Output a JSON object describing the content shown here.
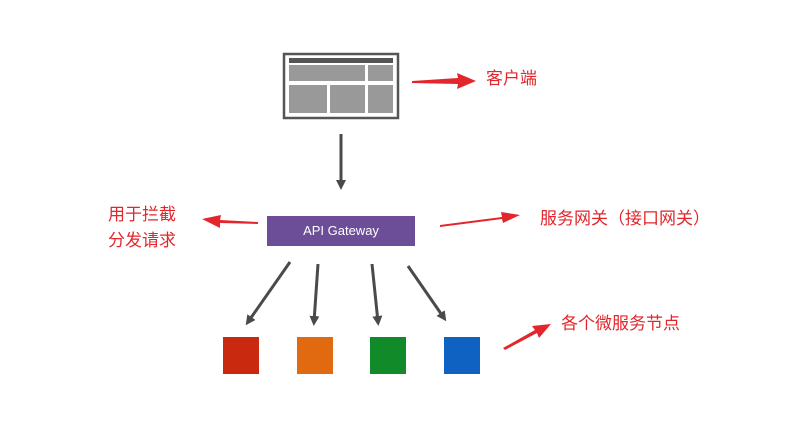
{
  "nodes": {
    "client": {
      "label": "客户端"
    },
    "gateway": {
      "label": "API Gateway",
      "color": "#6c4d98"
    },
    "services": {
      "label": "各个微服务节点",
      "colors": [
        "#c9290f",
        "#e16a10",
        "#118b2a",
        "#0f62c2"
      ]
    }
  },
  "annotations": {
    "intercept": [
      "用于拦截",
      "分发请求"
    ],
    "gateway_desc": "服务网关（接口网关）"
  },
  "colors": {
    "annotation_text": "#e2262b",
    "annotation_arrow": "#e2262b",
    "flow_arrow": "#4a4a4a"
  }
}
